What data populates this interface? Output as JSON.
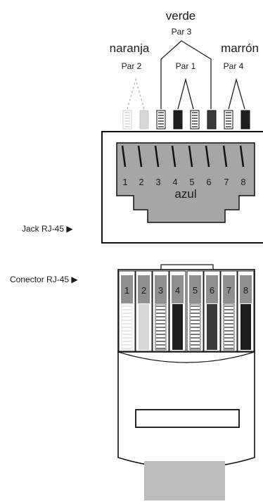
{
  "labels": {
    "verde": "verde",
    "par3": "Par 3",
    "naranja": "naranja",
    "par2": "Par 2",
    "par1": "Par 1",
    "marron": "marrón",
    "par4": "Par 4",
    "azul": "azul",
    "jack": "Jack RJ-45 ▶",
    "conector": "Conector RJ-45 ▶"
  },
  "pins": [
    "1",
    "2",
    "3",
    "4",
    "5",
    "6",
    "7",
    "8"
  ],
  "wires": [
    {
      "pin": "1",
      "style": "faint-striped",
      "color": "#e6e6e6"
    },
    {
      "pin": "2",
      "style": "light-solid",
      "color": "#d7d7d7"
    },
    {
      "pin": "3",
      "style": "striped",
      "color": "#2a2a2a"
    },
    {
      "pin": "4",
      "style": "solid",
      "color": "#1e1e1e"
    },
    {
      "pin": "5",
      "style": "striped",
      "color": "#2a2a2a"
    },
    {
      "pin": "6",
      "style": "solid",
      "color": "#3a3a3a"
    },
    {
      "pin": "7",
      "style": "striped",
      "color": "#2a2a2a"
    },
    {
      "pin": "8",
      "style": "solid",
      "color": "#1e1e1e"
    }
  ],
  "colors": {
    "jack_body": "#a6a6a6",
    "outline": "#111111",
    "cable": "#bdbdbd"
  }
}
